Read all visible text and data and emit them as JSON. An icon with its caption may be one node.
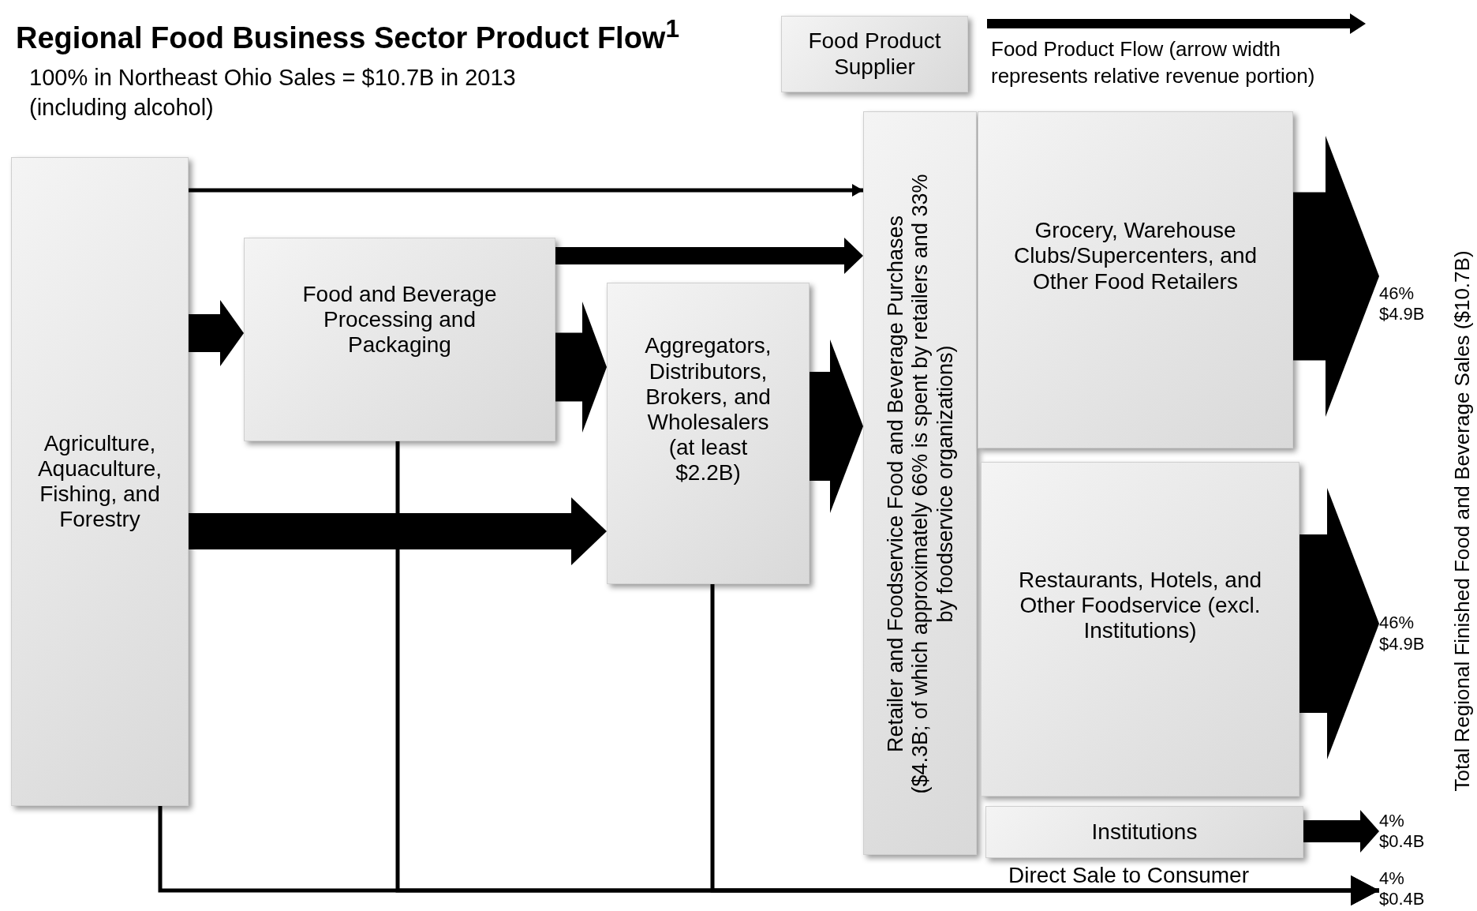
{
  "diagram": {
    "title": "Regional Food Business Sector Product Flow$^{1}$",
    "nodes": [
      {
        "text": [
          "Agriculture, Aquaculture, Fishing, and Forestry"
        ]
      },
      {
        "text": [
          "Food and Beverage Processing and Packaging"
        ]
      },
      {
        "text": [
          "Aggregators, Distributors, Brokers, and Wholesalers (at least $2.2B)"
        ]
      },
      {
        "text": [
          "Retailer and Foodservice Food and Beverage Purchases",
          "($4.3B; of which approximately 66% is spent by retailers and 33% by foodservice organizations)"
        ]
      },
      {
        "text": [
          "Grocery, Warehouse Clubs/Supercenters, and Other Food Retailers"
        ]
      },
      {
        "text": [
          "Restaurants, Hotels, and Other Foodservice (excl. Institutions)"
        ]
      },
      {
        "text": [
          "Institutions"
        ]
      },
      {
        "text": [
          "46% $4.9B"
        ]
      },
      {
        "text": [
          "46% $4.9B"
        ]
      },
      {
        "text": [
          "4% $0.4B"
        ]
      },
      {
        "text": [
          "4% $0.4B"
        ]
      }
    ],
    "edges": [
      {
        "from": 0,
        "to": 3,
        "arrow": "to"
      },
      {
        "from": 0,
        "to": 1,
        "arrow": "to"
      },
      {
        "from": 1,
        "to": 3,
        "arrow": "to"
      },
      {
        "from": 1,
        "to": 2,
        "arrow": "to",
        "style": "thick"
      },
      {
        "from": 0,
        "to": 2,
        "arrow": "to"
      },
      {
        "from": 2,
        "to": 3,
        "arrow": "to",
        "style": "thick"
      },
      {
        "from": 4,
        "to": 7,
        "arrow": "to",
        "style": "thick"
      },
      {
        "from": 5,
        "to": 8,
        "arrow": "to",
        "style": "thick"
      },
      {
        "from": 6,
        "to": 9,
        "arrow": "to"
      },
      {
        "from": 0,
        "to": 10,
        "arrow": "to",
        "label": "Direct Sale to Consumer"
      },
      {
        "from": 1,
        "to": 10,
        "arrow": "to"
      },
      {
        "from": 2,
        "to": 10,
        "arrow": "to"
      }
    ],
    "labels": [
      "100% in Northeast Ohio Sales = $10.7B in 2013 (including alcohol)",
      "Total Regional Finished Food and Beverage Sales ($10.7B)"
    ],
    "legend": [
      {
        "text": "Food Product Supplier"
      },
      {
        "text": "Food Product Flow (arrow width represents relative revenue portion)"
      }
    ]
  }
}
